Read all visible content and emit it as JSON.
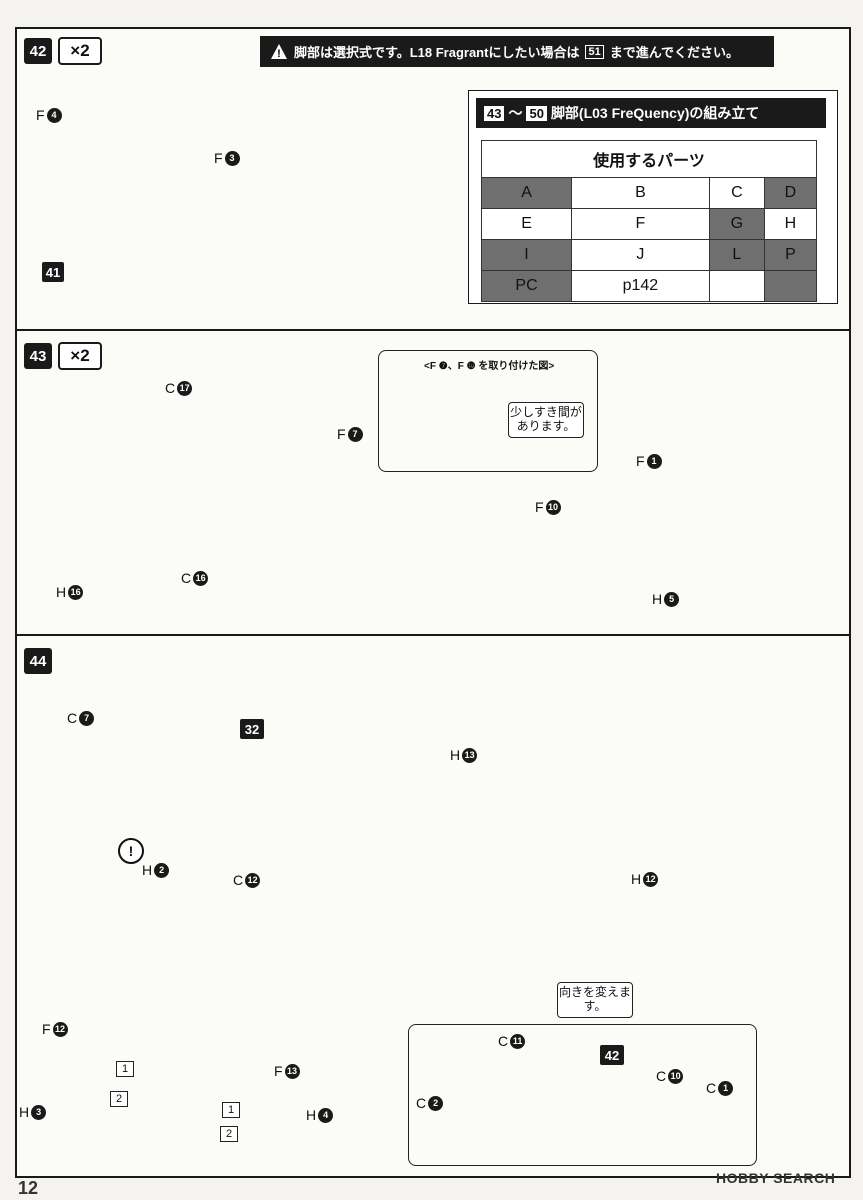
{
  "steps": {
    "s42": {
      "number": "42",
      "multiplier": "×2"
    },
    "s43": {
      "number": "43",
      "multiplier": "×2"
    },
    "s44": {
      "number": "44"
    }
  },
  "notice": {
    "text": "脚部は選択式です。L18 Fragrantにしたい場合は",
    "step_ref": "51",
    "suffix": "まで進んでください。"
  },
  "assembly_header": {
    "from": "43",
    "tilde": "〜",
    "to": "50",
    "title": "脚部(L03 FreQuency)の組み立て"
  },
  "parts_table": {
    "title": "使用するパーツ",
    "rows": [
      [
        {
          "t": "A",
          "dark": true
        },
        {
          "t": "B",
          "dark": false
        },
        {
          "t": "C",
          "dark": false
        },
        {
          "t": "D",
          "dark": true
        }
      ],
      [
        {
          "t": "E",
          "dark": false
        },
        {
          "t": "F",
          "dark": false
        },
        {
          "t": "G",
          "dark": true
        },
        {
          "t": "H",
          "dark": false
        }
      ],
      [
        {
          "t": "I",
          "dark": true
        },
        {
          "t": "J",
          "dark": false
        },
        {
          "t": "L",
          "dark": true
        },
        {
          "t": "P",
          "dark": true
        }
      ],
      [
        {
          "t": "PC",
          "dark": true
        },
        {
          "t": "p142",
          "dark": false
        },
        {
          "t": "",
          "dark": false
        },
        {
          "t": "",
          "dark": true
        }
      ]
    ]
  },
  "labels": {
    "f4": {
      "runner": "F",
      "num": "4"
    },
    "f3": {
      "runner": "F",
      "num": "3"
    },
    "ref41": "41",
    "c17": {
      "runner": "C",
      "num": "17"
    },
    "h16": {
      "runner": "H",
      "num": "16"
    },
    "c16": {
      "runner": "C",
      "num": "16"
    },
    "f7": {
      "runner": "F",
      "num": "7"
    },
    "f10": {
      "runner": "F",
      "num": "10"
    },
    "f1": {
      "runner": "F",
      "num": "1"
    },
    "h5": {
      "runner": "H",
      "num": "5"
    },
    "c7": {
      "runner": "C",
      "num": "7"
    },
    "ref32": "32",
    "h2": {
      "runner": "H",
      "num": "2"
    },
    "c12": {
      "runner": "C",
      "num": "12"
    },
    "h13": {
      "runner": "H",
      "num": "13"
    },
    "h12": {
      "runner": "H",
      "num": "12"
    },
    "f12": {
      "runner": "F",
      "num": "12"
    },
    "h3": {
      "runner": "H",
      "num": "3"
    },
    "f13": {
      "runner": "F",
      "num": "13"
    },
    "h4": {
      "runner": "H",
      "num": "4"
    },
    "c11": {
      "runner": "C",
      "num": "11"
    },
    "ref42": "42",
    "c2": {
      "runner": "C",
      "num": "2"
    },
    "c10": {
      "runner": "C",
      "num": "10"
    },
    "c1": {
      "runner": "C",
      "num": "1"
    }
  },
  "inset": {
    "title": "<F ❼、F ❿ を取り付けた図>",
    "callout": "少しすき間があります。"
  },
  "turn_callout": "向きを変えます。",
  "sub_steps": {
    "one": "1",
    "two": "2"
  },
  "exclamation": "!",
  "watermark": "HOBBY SEARCH",
  "page_number": "12"
}
